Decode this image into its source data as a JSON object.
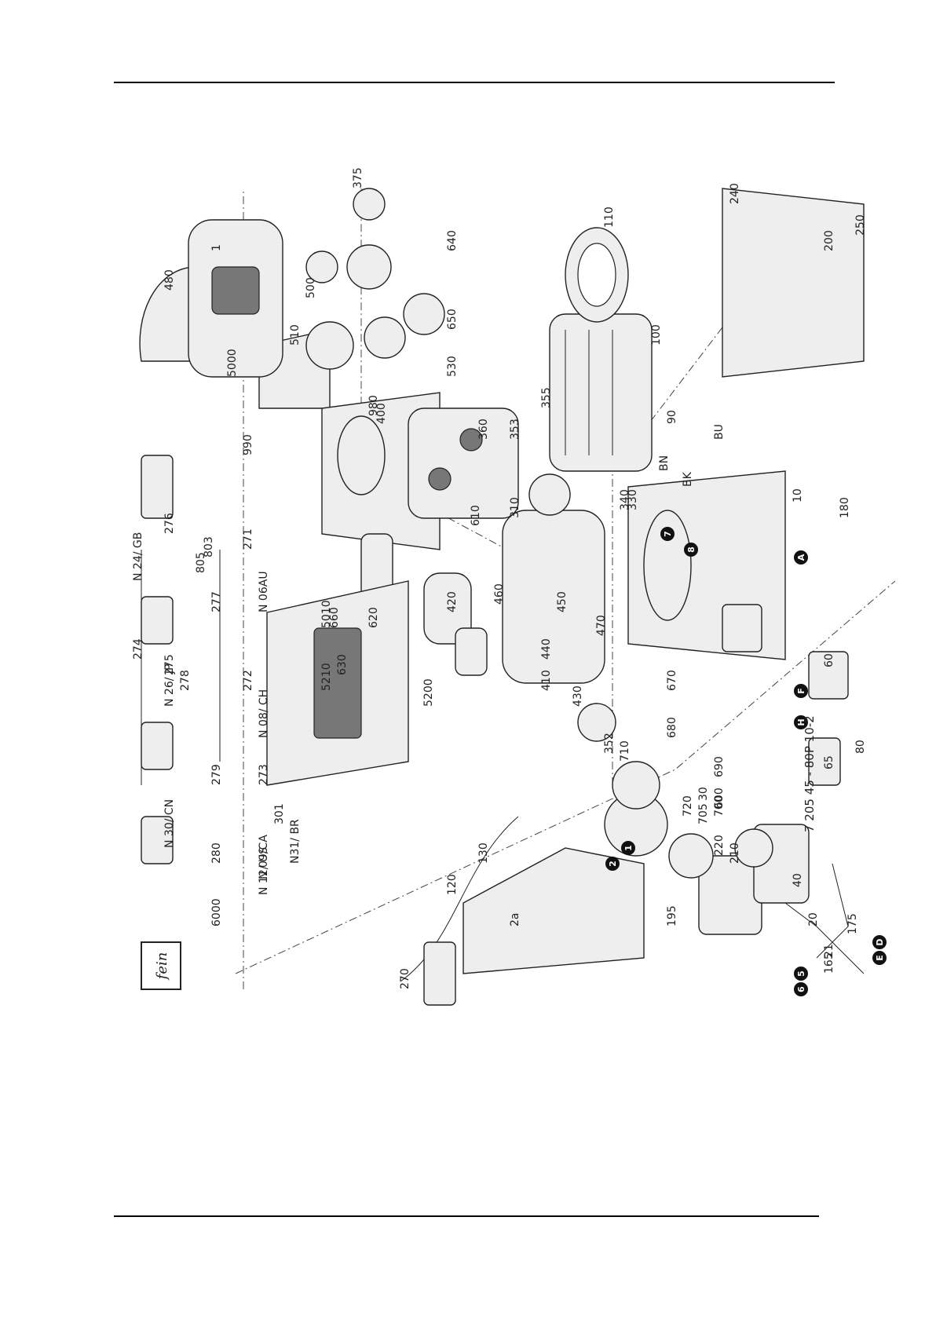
{
  "doc_code": "7 205 45 - 80P 10-2",
  "part_numbers": [
    "1",
    "10",
    "20",
    "21",
    "30",
    "40",
    "60",
    "65",
    "80",
    "90",
    "100",
    "110",
    "120",
    "130",
    "165",
    "175",
    "180",
    "195",
    "200",
    "210",
    "220",
    "240",
    "250",
    "270",
    "271",
    "272",
    "273",
    "274",
    "275",
    "276",
    "277",
    "278",
    "279",
    "280",
    "301",
    "310",
    "330",
    "340",
    "352",
    "353",
    "355",
    "360",
    "375",
    "400",
    "410",
    "420",
    "430",
    "440",
    "450",
    "460",
    "470",
    "480",
    "500",
    "510",
    "530",
    "600",
    "610",
    "620",
    "630",
    "640",
    "650",
    "660",
    "670",
    "680",
    "690",
    "700",
    "705",
    "710",
    "720",
    "803",
    "805",
    "980",
    "990",
    "5000",
    "5010",
    "5200",
    "5210",
    "6000",
    "2a"
  ],
  "wire_labels": [
    "BN",
    "BK",
    "BU"
  ],
  "connector_letters": [
    "A",
    "D",
    "E",
    "F",
    "H"
  ],
  "numbered_badges": [
    "1",
    "2",
    "5",
    "6",
    "7",
    "8"
  ],
  "plug_variants": [
    "N 24/ GB",
    "N 06AU",
    "N 08/ CH",
    "N 26/ JP",
    "N 30/ CN",
    "N 09/CA",
    "N 12/ US",
    "N31/ BR"
  ],
  "colors": {
    "ink": "#222222",
    "rule": "#000000"
  },
  "logo_text": "fein"
}
